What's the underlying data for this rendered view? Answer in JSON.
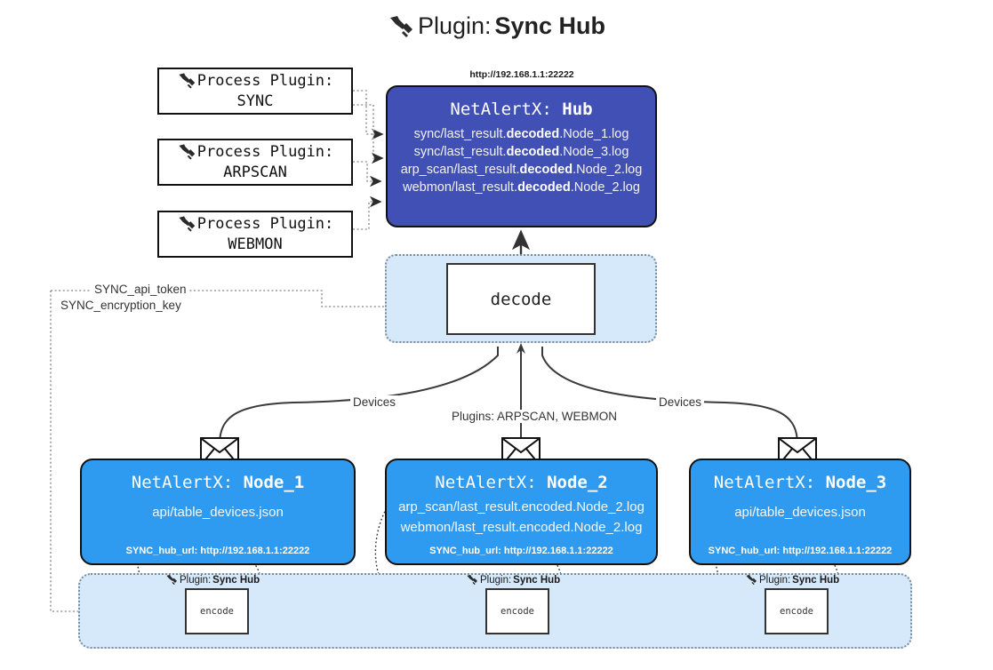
{
  "title": {
    "icon": "plug-icon",
    "prefix": "Plugin:",
    "name": "Sync Hub"
  },
  "process_plugins": [
    {
      "icon": "plug-icon",
      "line1": "Process Plugin:",
      "line2": "SYNC"
    },
    {
      "icon": "plug-icon",
      "line1": "Process Plugin:",
      "line2": "ARPSCAN"
    },
    {
      "icon": "plug-icon",
      "line1": "Process Plugin:",
      "line2": "WEBMON"
    }
  ],
  "hub": {
    "url": "http://192.168.1.1:22222",
    "title_prefix": "NetAlertX:",
    "title_name": "Hub",
    "logs": [
      {
        "pre": "sync/last_result.",
        "mid": "decoded",
        "post": ".Node_1.log"
      },
      {
        "pre": "sync/last_result.",
        "mid": "decoded",
        "post": ".Node_3.log"
      },
      {
        "pre": "arp_scan/last_result.",
        "mid": "decoded",
        "post": ".Node_2.log"
      },
      {
        "pre": "webmon/last_result.",
        "mid": "decoded",
        "post": ".Node_2.log"
      }
    ]
  },
  "decode": {
    "label": "decode"
  },
  "settings_edges": [
    {
      "label": "SYNC_api_token"
    },
    {
      "label": "SYNC_encryption_key"
    }
  ],
  "flow_labels": {
    "devices_left": "Devices",
    "devices_right": "Devices",
    "plugins_center": "Plugins: ARPSCAN, WEBMON"
  },
  "nodes": [
    {
      "title_prefix": "NetAlertX:",
      "title_name": "Node_1",
      "lines": [
        "api/table_devices.json"
      ],
      "footer": "SYNC_hub_url: http://192.168.1.1:22222",
      "envelope_icon": "envelope-icon"
    },
    {
      "title_prefix": "NetAlertX:",
      "title_name": "Node_2",
      "lines": [
        "arp_scan/last_result.encoded.Node_2.log",
        "webmon/last_result.encoded.Node_2.log"
      ],
      "footer": "SYNC_hub_url: http://192.168.1.1:22222",
      "envelope_icon": "envelope-icon"
    },
    {
      "title_prefix": "NetAlertX:",
      "title_name": "Node_3",
      "lines": [
        "api/table_devices.json"
      ],
      "footer": "SYNC_hub_url: http://192.168.1.1:22222",
      "envelope_icon": "envelope-icon"
    }
  ],
  "encoders": [
    {
      "plugin_prefix": "Plugin:",
      "plugin_name": "Sync Hub",
      "box_label": "encode",
      "icon": "plug-icon"
    },
    {
      "plugin_prefix": "Plugin:",
      "plugin_name": "Sync Hub",
      "box_label": "encode",
      "icon": "plug-icon"
    },
    {
      "plugin_prefix": "Plugin:",
      "plugin_name": "Sync Hub",
      "box_label": "encode",
      "icon": "plug-icon"
    }
  ],
  "colors": {
    "hub_fill": "#4150b5",
    "node_fill": "#2f9bf0",
    "container_fill": "#d6e9fa",
    "stroke": "#111111",
    "dotted_stroke": "#7a8b99"
  }
}
